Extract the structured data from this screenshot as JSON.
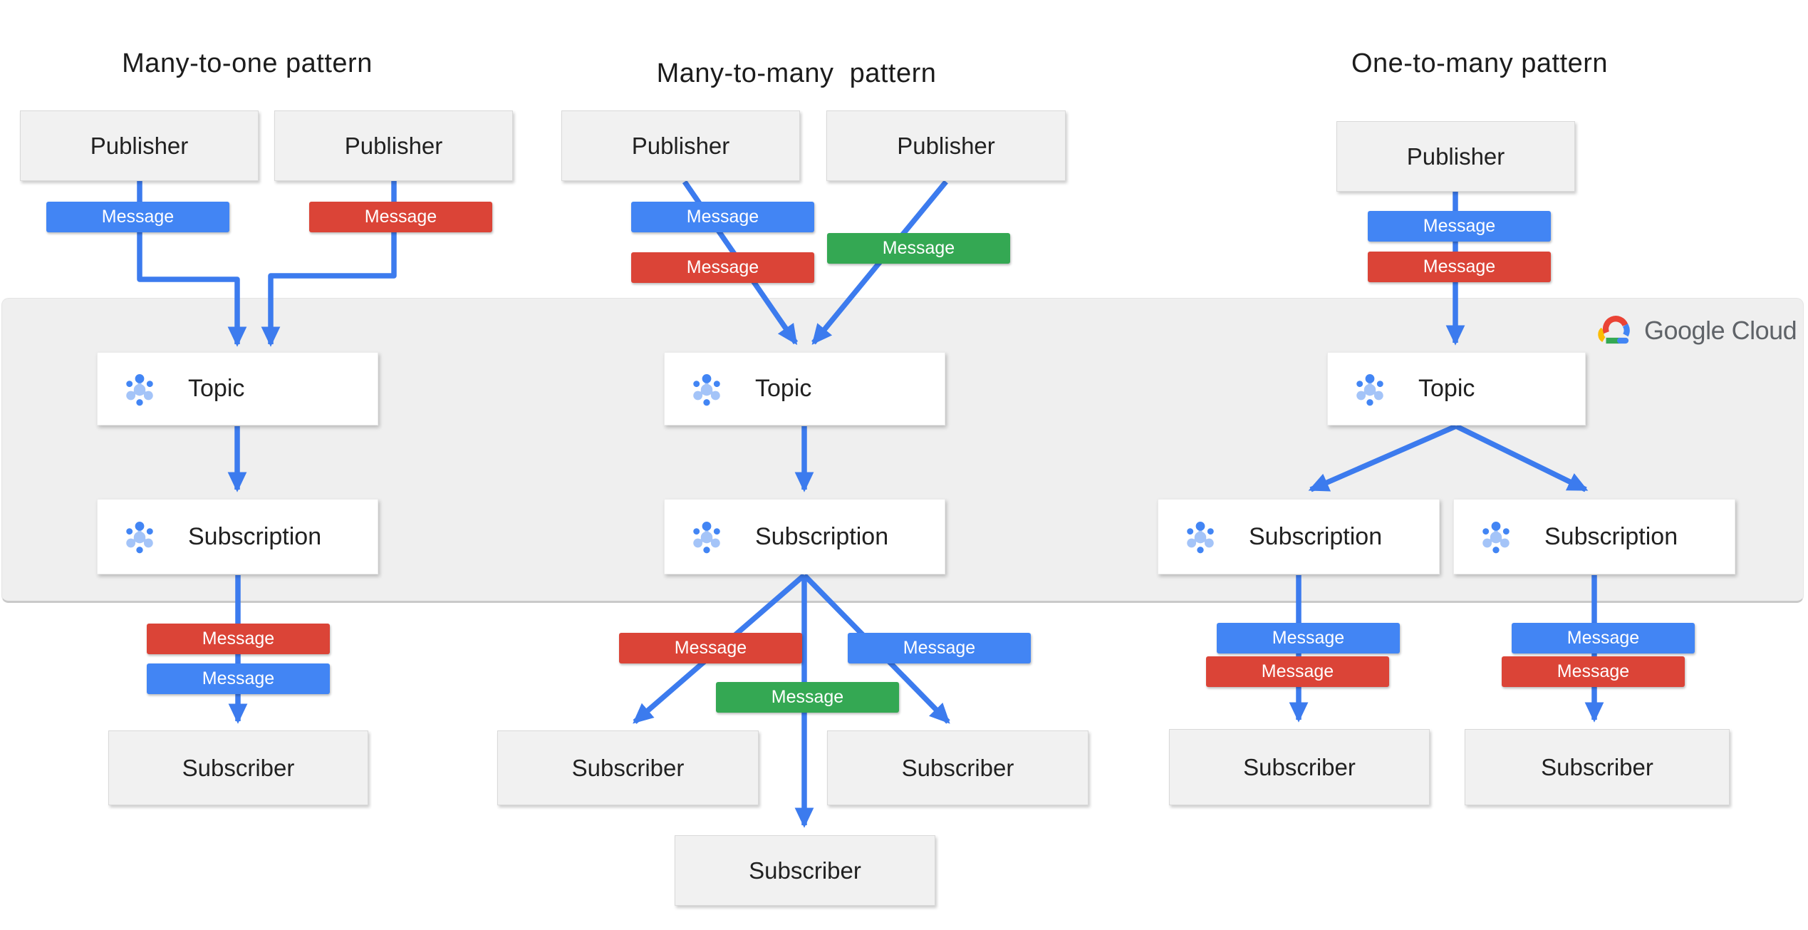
{
  "sections": [
    {
      "id": "many-to-one",
      "title": "Many-to-one pattern"
    },
    {
      "id": "many-to-many",
      "title": "Many-to-many  pattern"
    },
    {
      "id": "one-to-many",
      "title": "One-to-many pattern"
    }
  ],
  "labels": {
    "publisher": "Publisher",
    "topic": "Topic",
    "subscription": "Subscription",
    "subscriber": "Subscriber",
    "message": "Message"
  },
  "logo": {
    "text": "Google Cloud"
  },
  "icons": {
    "topic_icon": "pubsub-radial-icon",
    "subscription_icon": "pubsub-radial-icon",
    "cloud_icon": "google-cloud-multicolor-cloud"
  },
  "colors": {
    "message_blue": "#4285F4",
    "message_red": "#DB4437",
    "message_green": "#34A853",
    "arrow_blue": "#3C7BEE",
    "band_gray": "#EFEFEF",
    "box_gray": "#F1F1F1",
    "box_white": "#FFFFFF",
    "icon_light_blue": "#A4C4F8",
    "icon_dark_blue": "#4285F4",
    "logo_text_gray": "#5F6368",
    "logo_red": "#EA4335",
    "logo_yellow": "#FBBC04",
    "logo_green": "#34A853",
    "logo_blue": "#4285F4"
  }
}
